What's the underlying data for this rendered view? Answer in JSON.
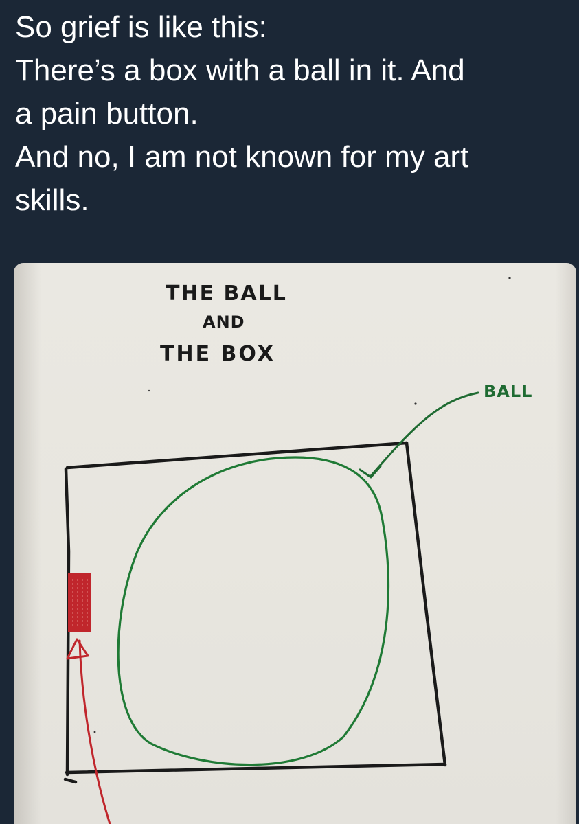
{
  "tweet": {
    "text_lines": [
      "So grief is like this:",
      "There’s a box with a ball in it. And",
      "a pain button.",
      "And no, I am not known for my art",
      "skills."
    ]
  },
  "drawing": {
    "title_lines": [
      "THE BALL",
      "AND",
      "THE BOX"
    ],
    "ball_label": "BALL",
    "colors": {
      "paper": "#e9e7e1",
      "box_stroke": "#1a1a1a",
      "ball_stroke": "#1f7a35",
      "button_fill": "#c0262c",
      "pain_arrow": "#c0262c",
      "ball_arrow": "#1f6b32",
      "background": "#1b2736",
      "text": "#ffffff"
    }
  }
}
